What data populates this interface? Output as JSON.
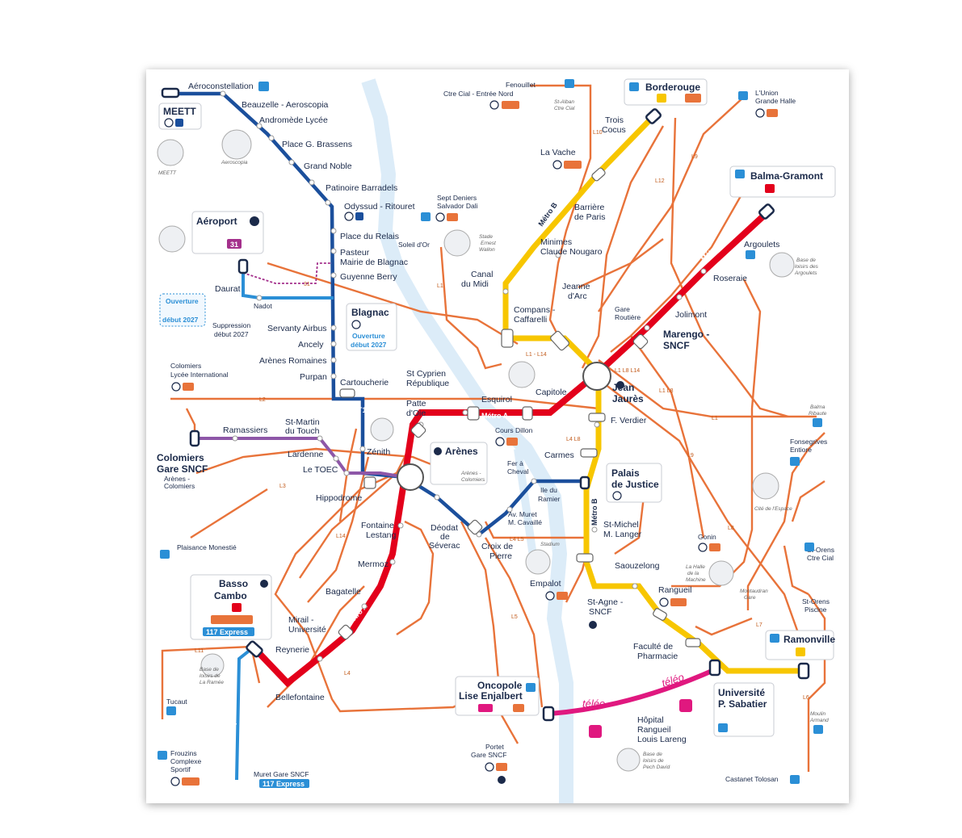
{
  "stations": {
    "aeroconstellation": "Aéroconstellation",
    "meett": "MEETT",
    "meett_img": "MEETT",
    "beauzelle": "Beauzelle - Aeroscopia",
    "andromede": "Andromède Lycée",
    "aeroscopia_img": "Aeroscopia",
    "brassens": "Place G. Brassens",
    "grand_noble": "Grand Noble",
    "patinoire": "Patinoire Barradels",
    "odyssud": "Odyssud - Ritouret",
    "relais": "Place du Relais",
    "pasteur_1": "Pasteur",
    "pasteur_2": "Mairie de Blagnac",
    "guyenne": "Guyenne Berry",
    "aeroport": "Aéroport",
    "daurat": "Daurat",
    "nadot": "Nadot",
    "ouverture_1": "Ouverture",
    "ouverture_2": "début 2027",
    "suppression_1": "Suppression",
    "suppression_2": "début 2027",
    "blagnac": "Blagnac",
    "blagnac_ouv_1": "Ouverture",
    "blagnac_ouv_2": "début 2027",
    "servanty": "Servanty Airbus",
    "ancely": "Ancely",
    "arenes_romaines": "Arènes Romaines",
    "purpan": "Purpan",
    "cartoucherie": "Cartoucherie",
    "colomiers_lycee_1": "Colomiers",
    "colomiers_lycee_2": "Lycée International",
    "ramassiers": "Ramassiers",
    "st_martin_1": "St-Martin",
    "st_martin_2": "du Touch",
    "lardenne": "Lardenne",
    "le_toec": "Le TOEC",
    "colomiers_gare_1": "Colomiers",
    "colomiers_gare_2": "Gare SNCF",
    "colomiers_gare_3": "Arènes -",
    "colomiers_gare_4": "Colomiers",
    "zenith": "Zénith",
    "hippodrome": "Hippodrome",
    "plaisance": "Plaisance Monestié",
    "st_cyprien_1": "St Cyprien",
    "st_cyprien_2": "République",
    "patte_oie_1": "Patte",
    "patte_oie_2": "d'Oie",
    "arenes": "Arènes",
    "arenes_sub_1": "Arènes -",
    "arenes_sub_2": "Colomiers",
    "fontaine_1": "Fontaine",
    "fontaine_2": "Lestang",
    "mermoz": "Mermoz",
    "bagatelle": "Bagatelle",
    "mirail_1": "Mirail -",
    "mirail_2": "Université",
    "reynerie": "Reynerie",
    "bellefontaine": "Bellefontaine",
    "basso_1": "Basso",
    "basso_2": "Cambo",
    "express_117": "117 Express",
    "ramee_1": "Base de",
    "ramee_2": "loisirs de",
    "ramee_3": "La Ramée",
    "tucaut": "Tucaut",
    "frouzins_1": "Frouzins",
    "frouzins_2": "Complexe",
    "frouzins_3": "Sportif",
    "muret": "Muret Gare SNCF",
    "deodat_1": "Déodat",
    "deodat_2": "de",
    "deodat_3": "Séverac",
    "croix_1": "Croix de",
    "croix_2": "Pierre",
    "fenouillet_1": "Fenouillet",
    "fenouillet_2": "Ctre Cial - Entrée Nord",
    "st_alban_1": "St-Alban",
    "st_alban_2": "Ctre Cial",
    "sept_deniers_1": "Sept Deniers",
    "sept_deniers_2": "Salvador Dali",
    "soleil_or": "Soleil d'Or",
    "stade_wallon_1": "Stade",
    "stade_wallon_2": "Ernest",
    "stade_wallon_3": "Wallon",
    "borderouge": "Borderouge",
    "trois_cocus_1": "Trois",
    "trois_cocus_2": "Cocus",
    "la_vache": "La Vache",
    "barriere_1": "Barrière",
    "barriere_2": "de Paris",
    "minimes_1": "Minimes",
    "minimes_2": "Claude Nougaro",
    "canal_1": "Canal",
    "canal_2": "du Midi",
    "compans_1": "Compans -",
    "compans_2": "Caffarelli",
    "jeanne_1": "Jeanne",
    "jeanne_2": "d'Arc",
    "gare_routiere_1": "Gare",
    "gare_routiere_2": "Routière",
    "capitole": "Capitole",
    "esquirol": "Esquirol",
    "jean_jaures_1": "Jean",
    "jean_jaures_2": "Jaurès",
    "f_verdier": "F. Verdier",
    "cours_dillon": "Cours Dillon",
    "carmes": "Carmes",
    "palais_1": "Palais",
    "palais_2": "de Justice",
    "fer_cheval_1": "Fer à",
    "fer_cheval_2": "Cheval",
    "ile_ramier_1": "Ile du",
    "ile_ramier_2": "Ramier",
    "muret_cavaille_1": "Av. Muret",
    "muret_cavaille_2": "M. Cavaillé",
    "stadium": "Stadium",
    "st_michel_1": "St-Michel",
    "st_michel_2": "M. Langer",
    "empalot": "Empalot",
    "saouzelong": "Saouzelong",
    "st_agne_1": "St-Agne -",
    "st_agne_2": "SNCF",
    "rangueil": "Rangueil",
    "faculte_1": "Faculté de",
    "faculte_2": "Pharmacie",
    "oncopole_1": "Oncopole",
    "oncopole_2": "Lise Enjalbert",
    "portet_1": "Portet",
    "portet_2": "Gare SNCF",
    "hopital_1": "Hôpital",
    "hopital_2": "Rangueil",
    "hopital_3": "Louis Lareng",
    "pech_1": "Base de",
    "pech_2": "loisirs de",
    "pech_3": "Pech David",
    "universite_1": "Université",
    "universite_2": "P. Sabatier",
    "ramonville": "Ramonville",
    "castanet": "Castanet Tolosan",
    "moulin_1": "Moulin",
    "moulin_2": "Armand",
    "st_orens_piscine_1": "St-Orens",
    "st_orens_piscine_2": "Piscine",
    "st_orens_ctre_1": "St-Orens",
    "st_orens_ctre_2": "Ctre Cial",
    "halle_1": "La Halle",
    "halle_2": "de la",
    "halle_3": "Machine",
    "montaudran_1": "Montaudran",
    "montaudran_2": "Gare",
    "gonin": "Gonin",
    "cite_espace": "Cité de l'Espace",
    "fonsegrives_1": "Fonsegrives",
    "fonsegrives_2": "Entiore",
    "balma_ribaute_1": "Balma",
    "balma_ribaute_2": "Ribaute",
    "marengo_1": "Marengo -",
    "marengo_2": "SNCF",
    "jolimont": "Jolimont",
    "roseraie": "Roseraie",
    "argoulets": "Argoulets",
    "argoulets_base_1": "Base de",
    "argoulets_base_2": "loisirs des",
    "argoulets_base_3": "Argoulets",
    "balma_gramont": "Balma-Gramont",
    "union_1": "L'Union",
    "union_2": "Grande Halle"
  },
  "lines": {
    "metro_a": "Métro A",
    "metro_b": "Métro B",
    "t1": "T1",
    "teleo": "téléo",
    "teleo_2": "téléo",
    "l1": "L1",
    "l2": "L2",
    "l3": "L3",
    "l4": "L4",
    "l5": "L5",
    "l6": "L6",
    "l7": "L7",
    "l8": "L8",
    "l9": "L9",
    "l10": "L10",
    "l11": "L11",
    "l12": "L12",
    "l14": "L14",
    "l4_l5": "L4 L5",
    "l1_l14": "L1 - L14",
    "l1_l8_l14": "L1 L8 L14",
    "l4_l8": "L4 L8",
    "l1_l8": "L1 L8",
    "bus_31": "31"
  },
  "colors": {
    "metro_a": "#e3001b",
    "metro_b": "#f7c600",
    "tram": "#1b4f9c",
    "bus": "#e8733a",
    "line_m": "#8e57a8",
    "express": "#2b8fd6",
    "teleo": "#e0187f",
    "river": "#dcecf8"
  },
  "icons": [
    "park-and-ride-icon",
    "info-icon",
    "plane-icon",
    "cable-car-icon",
    "train-icon",
    "stadium-icon",
    "monument-icon"
  ]
}
